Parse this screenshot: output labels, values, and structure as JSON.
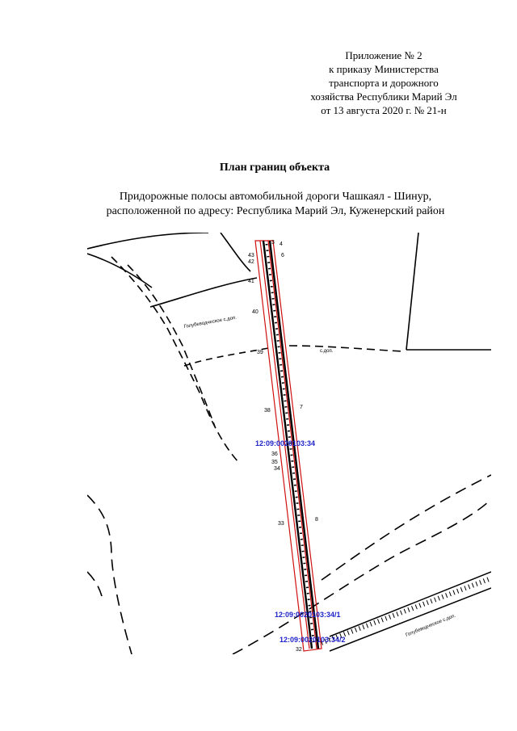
{
  "appendix": {
    "lines": [
      "Приложение № 2",
      "к приказу Министерства",
      "транспорта и дорожного",
      "хозяйства Республики Марий Эл",
      "от 13 августа 2020 г. № 21-н"
    ]
  },
  "plan_title": "План границ объекта",
  "subtitle": {
    "line1": "Придорожные полосы автомобильной дороги Чашкаял - Шинур,",
    "line2": "расположенной по адресу: Республика Марий Эл,  Куженерский район"
  },
  "map": {
    "parcels": [
      "12:09:0020103:34",
      "12:09:0020103:34/1",
      "12:09:0020103:34/2"
    ],
    "points_left": [
      "43",
      "42",
      "41",
      "40",
      "39",
      "38",
      "36",
      "35",
      "34",
      "33",
      "32"
    ],
    "points_right": [
      "3",
      "4",
      "6",
      "7",
      "8"
    ],
    "labels": [
      "с.доп.",
      "Голубеводческое с.доп."
    ],
    "colors": {
      "boundary": "#d01010",
      "parcel_label": "#1f24c8",
      "map_line": "#000000"
    }
  }
}
